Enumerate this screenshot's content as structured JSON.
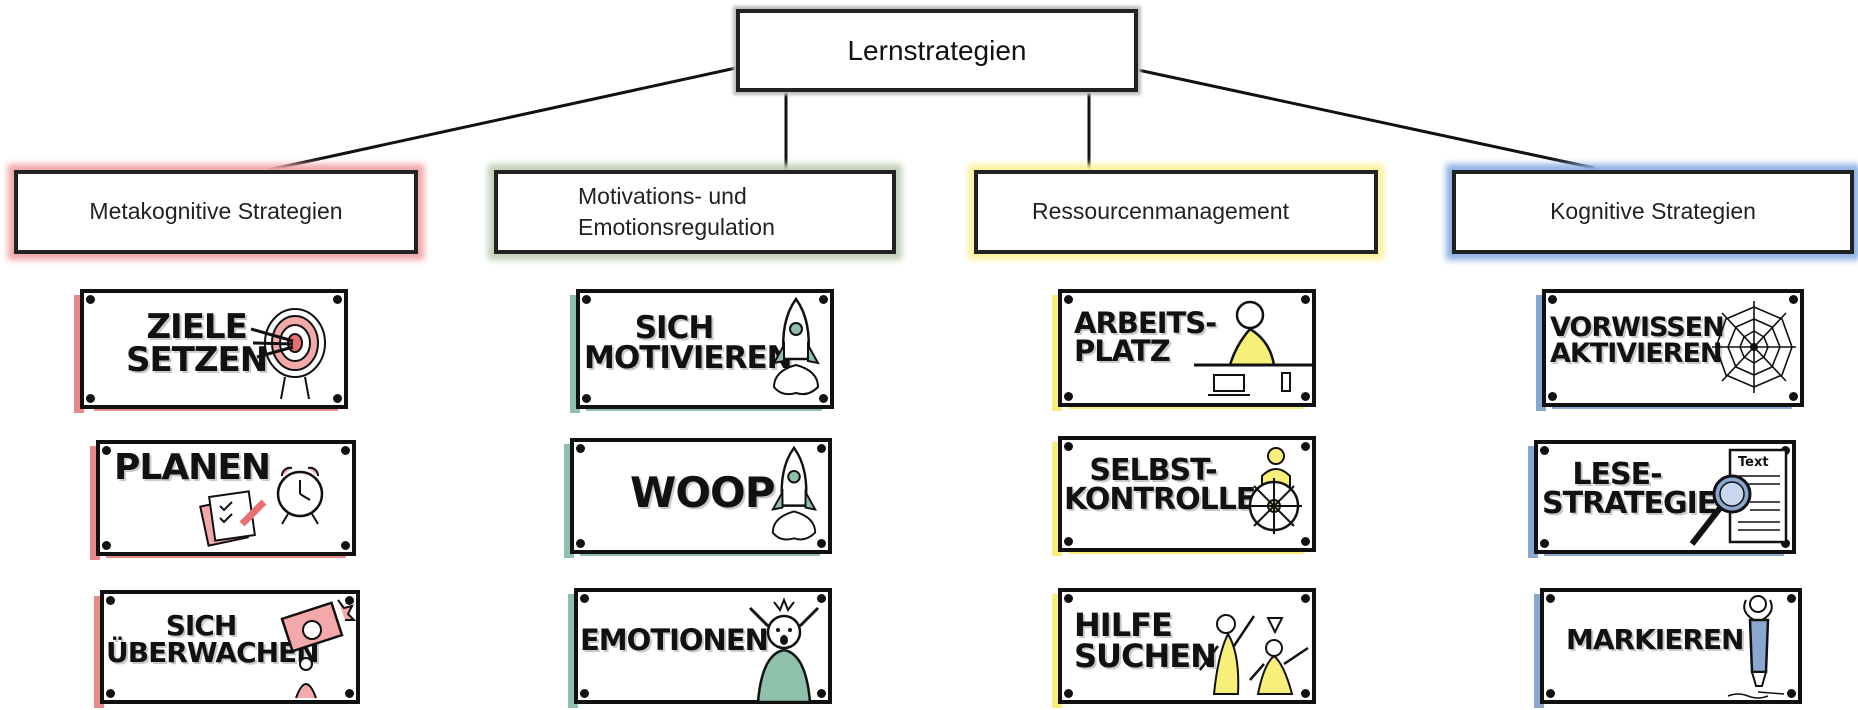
{
  "root": {
    "title": "Lernstrategien"
  },
  "categories": [
    {
      "label": "Metakognitive Strategien",
      "color": "#f2a7a7"
    },
    {
      "label": "Motivations- und\nEmotionsregulation",
      "color": "#c3d1b8"
    },
    {
      "label": "Ressourcenmanagement",
      "color": "#faf3a0"
    },
    {
      "label": "Kognitive Strategien",
      "color": "#8fb1e8"
    }
  ],
  "cards": {
    "metakognitiv": [
      {
        "label": "ZIELE\nSETZEN",
        "icon": "target-icon"
      },
      {
        "label": "PLANEN",
        "icon": "alarm-clock-icon"
      },
      {
        "label": "SICH\nÜBERWACHEN",
        "icon": "camera-icon"
      }
    ],
    "motivation": [
      {
        "label": "SICH\nMOTIVIEREN",
        "icon": "rocket-icon"
      },
      {
        "label": "WOOP",
        "icon": "rocket-icon"
      },
      {
        "label": "EMOTIONEN",
        "icon": "stressed-person-icon"
      }
    ],
    "ressourcen": [
      {
        "label": "ARBEITS-\nPLATZ",
        "icon": "desk-worker-icon"
      },
      {
        "label": "SELBST-\nKONTROLLE",
        "icon": "ship-wheel-icon"
      },
      {
        "label": "HILFE\nSUCHEN",
        "icon": "people-helping-icon"
      }
    ],
    "kognitiv": [
      {
        "label": "VORWISSEN\nAKTIVIEREN",
        "icon": "spider-web-icon"
      },
      {
        "label": "LESE-\nSTRATEGIE",
        "icon": "magnifier-text-icon",
        "icon_text": "Text"
      },
      {
        "label": "MARKIEREN",
        "icon": "highlighter-icon"
      }
    ]
  },
  "colors": {
    "red": "#e98a8a",
    "green": "#8fc1aa",
    "yellow": "#f7ef7a",
    "blue": "#8aa7d1"
  }
}
